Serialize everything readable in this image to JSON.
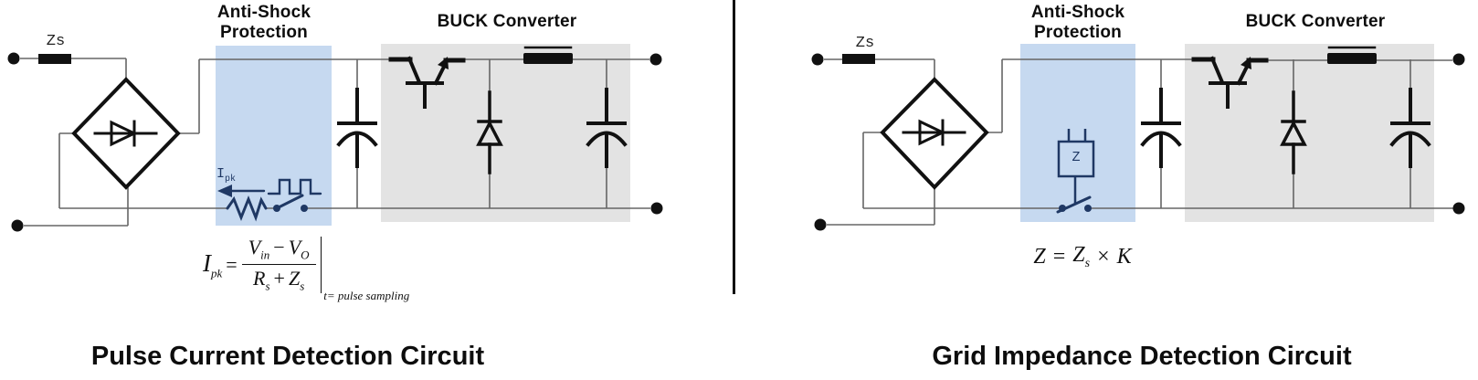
{
  "colors": {
    "anti_shock_highlight": "#c6d9f0",
    "buck_highlight": "#e3e3e3",
    "sampler_navy": "#1f3864",
    "wire_gray": "#666666",
    "component_black": "#111111"
  },
  "left_circuit": {
    "source_impedance_label": "Zs",
    "anti_shock_title_line1": "Anti-Shock",
    "anti_shock_title_line2": "Protection",
    "buck_title": "BUCK Converter",
    "peak_current_label": {
      "base": "I",
      "sub": "pk"
    },
    "formula": {
      "lhs": "I",
      "lhs_sub": "pk",
      "equals": "=",
      "num_var1": "V",
      "num_var1_sub": "in",
      "minus": "−",
      "num_var2": "V",
      "num_var2_sub": "O",
      "den_var1": "R",
      "den_var1_sub": "s",
      "plus": "+",
      "den_var2": "Z",
      "den_var2_sub": "s",
      "condition": "t= pulse sampling"
    },
    "caption": "Pulse Current Detection Circuit"
  },
  "right_circuit": {
    "source_impedance_label": "Zs",
    "anti_shock_title_line1": "Anti-Shock",
    "anti_shock_title_line2": "Protection",
    "buck_title": "BUCK Converter",
    "impedance_block_label": "Z",
    "formula": {
      "lhs": "Z",
      "equals": "=",
      "rhs_var": "Z",
      "rhs_var_sub": "s",
      "times": "×",
      "factor": "K"
    },
    "caption": "Grid Impedance Detection Circuit"
  }
}
